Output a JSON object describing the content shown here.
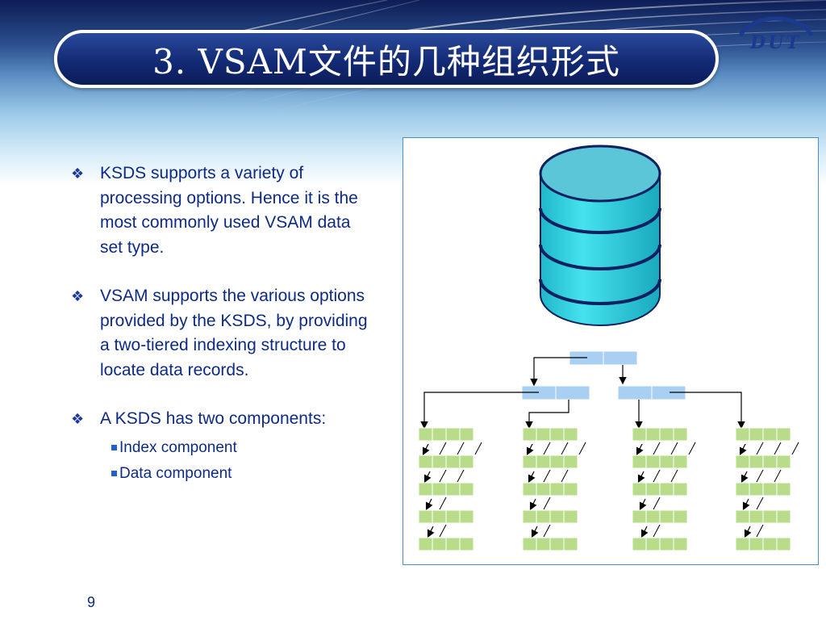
{
  "slide": {
    "title": "3. VSAM文件的几种组织形式",
    "logo_text": "DUT",
    "page_number": "9"
  },
  "bullets": [
    {
      "text": "KSDS supports a variety of processing options. Hence it is the most commonly used VSAM data set type."
    },
    {
      "text": "VSAM supports the various options provided by the KSDS, by providing a two-tiered indexing structure to locate data records."
    },
    {
      "text": "A KSDS has two components:"
    }
  ],
  "sub_bullets": [
    {
      "text": "Index component"
    },
    {
      "text": "Data component"
    }
  ],
  "colors": {
    "title_bg": "#132a75",
    "body_text": "#0d2a86",
    "cylinder_fill": "#2ed0e0",
    "index_cell": "#a9cff2",
    "data_cell": "#b9dc8a",
    "diagram_border": "#4a90c8"
  },
  "icons": {
    "bullet": "diamond-bullet-icon",
    "sub_bullet": "square-bullet-icon"
  }
}
